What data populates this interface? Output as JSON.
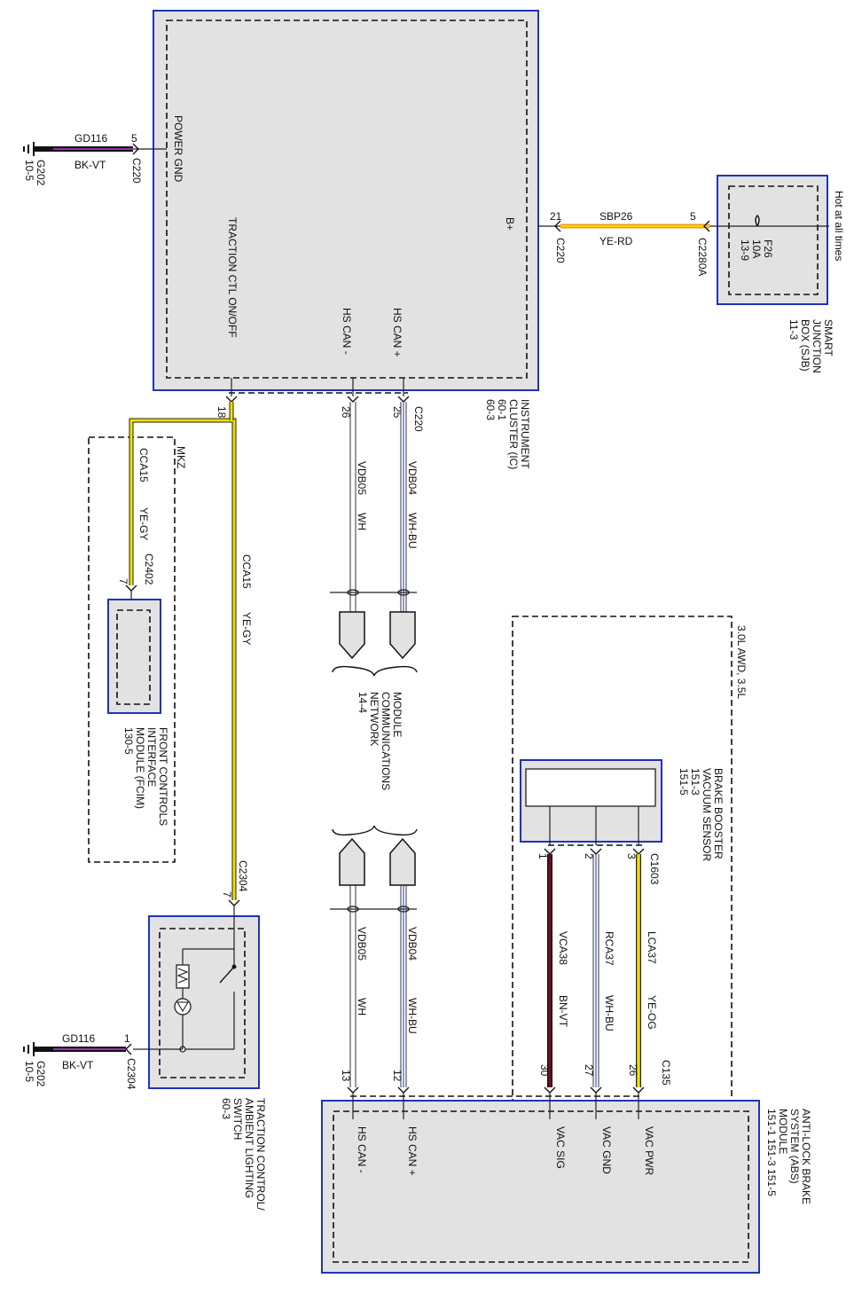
{
  "colors": {
    "module_border": "#1f33b8",
    "module_fill": "#e2e2e2",
    "wire_yellow": "#f0e000",
    "wire_orange": "#f39a1a",
    "wire_violet": "#9b2fb0",
    "wire_brown": "#6b1020",
    "wire_black": "#111111",
    "wire_white": "#ffffff"
  },
  "instrument_cluster": {
    "name": [
      "INSTRUMENT",
      "CLUSTER (IC)",
      "60-1",
      "60-3"
    ],
    "pins": {
      "power_gnd": "POWER GND",
      "traction": "TRACTION CTL ON/OFF",
      "hs_can_minus": "HS CAN -",
      "hs_can_plus": "HS CAN +",
      "b_plus": "B+"
    }
  },
  "ground_top": {
    "circuit": "GD116",
    "color": "BK-VT",
    "pin": "5",
    "connector": "C220",
    "ground": "G202",
    "ref": "10-5"
  },
  "sjb": {
    "name": [
      "SMART",
      "JUNCTION",
      "BOX (SJB)",
      "11-3"
    ],
    "hot": "Hot at all times",
    "fuse": [
      "F26",
      "10A",
      "13-9"
    ],
    "pin": "5",
    "connector": "C2280A"
  },
  "power_wire": {
    "circuit": "SBP26",
    "color": "YE-RD",
    "pin": "21",
    "connector": "C220"
  },
  "can_top": {
    "connector": "C220",
    "pin_plus": "25",
    "pin_minus": "26",
    "traction_pin": "18",
    "vdb04": "VDB04",
    "vdb04_color": "WH-BU",
    "vdb05": "VDB05",
    "vdb05_color": "WH"
  },
  "mkz": {
    "label": "MKZ",
    "circuit": "CCA15",
    "color": "YE-GY",
    "connector": "C2402",
    "pin": "7"
  },
  "fcim": {
    "name": [
      "FRONT CONTROLS",
      "INTERFACE",
      "MODULE (FCIM)",
      "130-5"
    ]
  },
  "traction_wire": {
    "circuit": "CCA15",
    "color": "YE-GY",
    "connector": "C2304",
    "pin": "7"
  },
  "mcn": {
    "name": [
      "MODULE",
      "COMMUNICATIONS",
      "NETWORK",
      "14-4"
    ]
  },
  "switch": {
    "name": [
      "TRACTION CONTROL/",
      "AMBIENT LIGHTING",
      "SWITCH",
      "60-3"
    ]
  },
  "ground_bottom": {
    "circuit": "GD116",
    "color": "BK-VT",
    "pin": "1",
    "connector": "C2304",
    "ground": "G202",
    "ref": "10-5"
  },
  "engine_note": "3.0L AWD, 3.5L",
  "vacuum_sensor": {
    "name": [
      "BRAKE BOOSTER",
      "VACUUM SENSOR",
      "151-3",
      "151-5"
    ],
    "connector": "C1603",
    "pin1": "1",
    "pin2": "2",
    "pin3": "3"
  },
  "vac_wires": [
    {
      "circuit": "LCA37",
      "color": "YE-OG"
    },
    {
      "circuit": "RCA37",
      "color": "WH-BU"
    },
    {
      "circuit": "VCA38",
      "color": "BN-VT"
    }
  ],
  "can_bottom": {
    "vdb04": "VDB04",
    "vdb04_color": "WH-BU",
    "vdb05": "VDB05",
    "vdb05_color": "WH"
  },
  "abs": {
    "name": [
      "ANTI-LOCK BRAKE",
      "SYSTEM (ABS)",
      "MODULE",
      "151-1   151-3   151-5"
    ],
    "connector": "C135",
    "pins": [
      "26",
      "27",
      "30",
      "12",
      "13"
    ],
    "labels": [
      "VAC PWR",
      "VAC GND",
      "VAC SIG",
      "HS CAN +",
      "HS CAN -"
    ]
  }
}
